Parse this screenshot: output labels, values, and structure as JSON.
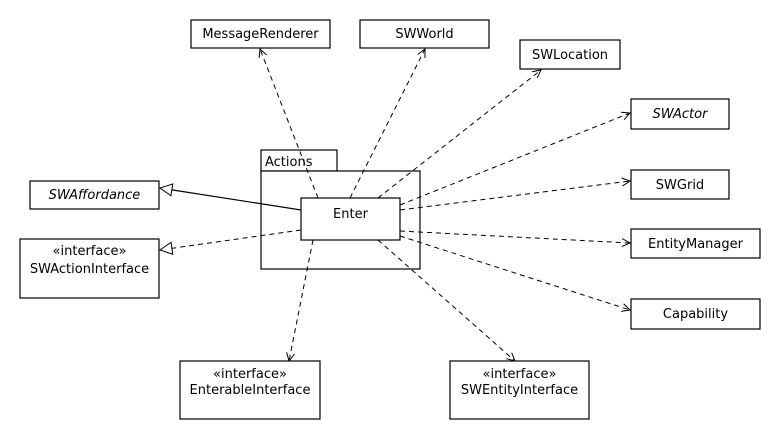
{
  "package": {
    "name": "Actions"
  },
  "classes": {
    "enter": {
      "name": "Enter"
    },
    "message_renderer": {
      "name": "MessageRenderer"
    },
    "sw_world": {
      "name": "SWWorld"
    },
    "sw_location": {
      "name": "SWLocation"
    },
    "sw_actor": {
      "name": "SWActor"
    },
    "sw_grid": {
      "name": "SWGrid"
    },
    "entity_manager": {
      "name": "EntityManager"
    },
    "capability": {
      "name": "Capability"
    },
    "sw_affordance": {
      "name": "SWAffordance"
    },
    "sw_action_interface": {
      "stereotype": "«interface»",
      "name": "SWActionInterface"
    },
    "enterable_interface": {
      "stereotype": "«interface»",
      "name": "EnterableInterface"
    },
    "sw_entity_interface": {
      "stereotype": "«interface»",
      "name": "SWEntityInterface"
    }
  },
  "relations": [
    {
      "kind": "generalization",
      "from": "Enter",
      "to": "SWAffordance"
    },
    {
      "kind": "realization",
      "from": "Enter",
      "to": "SWActionInterface"
    },
    {
      "kind": "dependency",
      "from": "Enter",
      "to": "MessageRenderer"
    },
    {
      "kind": "dependency",
      "from": "Enter",
      "to": "SWWorld"
    },
    {
      "kind": "dependency",
      "from": "Enter",
      "to": "SWLocation"
    },
    {
      "kind": "dependency",
      "from": "Enter",
      "to": "SWActor"
    },
    {
      "kind": "dependency",
      "from": "Enter",
      "to": "SWGrid"
    },
    {
      "kind": "dependency",
      "from": "Enter",
      "to": "EntityManager"
    },
    {
      "kind": "dependency",
      "from": "Enter",
      "to": "Capability"
    },
    {
      "kind": "dependency",
      "from": "Enter",
      "to": "EnterableInterface"
    },
    {
      "kind": "dependency",
      "from": "Enter",
      "to": "SWEntityInterface"
    }
  ]
}
